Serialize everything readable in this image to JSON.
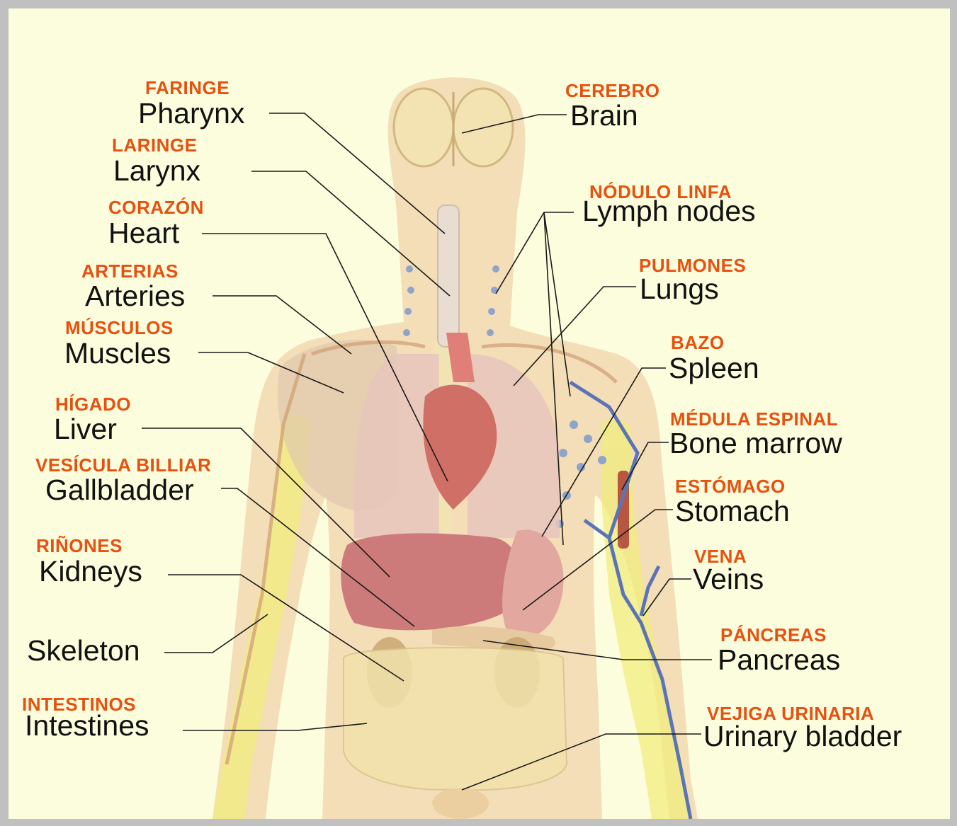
{
  "colors": {
    "background": "#fcfddd",
    "border": "#c0c0c0",
    "spanish_label": "#e8500f",
    "english_label": "#111111",
    "leader_line": "#1a1a1a",
    "body_silhouette": "#f2d8b2",
    "organs": "#d99a96",
    "bones": "#f1ec7e",
    "veins": "#5b74b6",
    "intestines": "#f2e2ac"
  },
  "labels": [
    {
      "id": "pharynx",
      "es": "FARINGE",
      "en": "Pharynx"
    },
    {
      "id": "larynx",
      "es": "LARINGE",
      "en": "Larynx"
    },
    {
      "id": "heart",
      "es": "CORAZÓN",
      "en": "Heart"
    },
    {
      "id": "arteries",
      "es": "ARTERIAS",
      "en": "Arteries"
    },
    {
      "id": "muscles",
      "es": "MÚSCULOS",
      "en": "Muscles"
    },
    {
      "id": "liver",
      "es": "HÍGADO",
      "en": "Liver"
    },
    {
      "id": "gallbladder",
      "es": "VESÍCULA BILLIAR",
      "en": "Gallbladder"
    },
    {
      "id": "kidneys",
      "es": "RIÑONES",
      "en": "Kidneys"
    },
    {
      "id": "skeleton",
      "es": "",
      "en": "Skeleton"
    },
    {
      "id": "intestines",
      "es": "INTESTINOS",
      "en": "Intestines"
    },
    {
      "id": "brain",
      "es": "CEREBRO",
      "en": "Brain"
    },
    {
      "id": "lymph-nodes",
      "es": "NÓDULO LINFA",
      "en": "Lymph nodes"
    },
    {
      "id": "lungs",
      "es": "PULMONES",
      "en": "Lungs"
    },
    {
      "id": "spleen",
      "es": "BAZO",
      "en": "Spleen"
    },
    {
      "id": "bone-marrow",
      "es": "MÉDULA ESPINAL",
      "en": "Bone marrow"
    },
    {
      "id": "stomach",
      "es": "ESTÓMAGO",
      "en": "Stomach"
    },
    {
      "id": "veins",
      "es": "VENA",
      "en": "Veins"
    },
    {
      "id": "pancreas",
      "es": "PÁNCREAS",
      "en": "Pancreas"
    },
    {
      "id": "urinary-bladder",
      "es": "VEJIGA URINARIA",
      "en": "Urinary bladder"
    }
  ]
}
